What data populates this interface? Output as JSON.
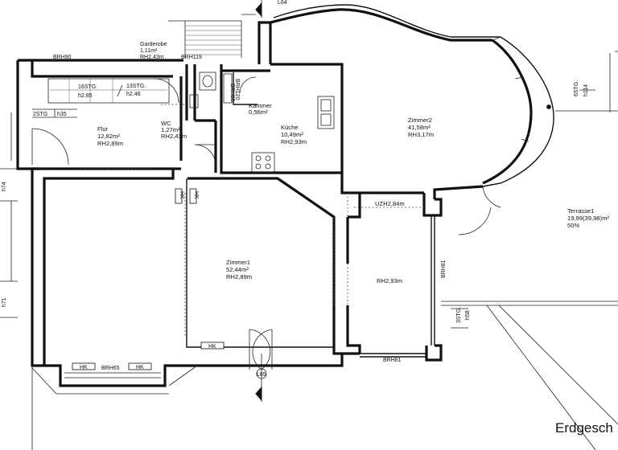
{
  "labels": {
    "l64": "L64",
    "garderobe_name": "Garderobe",
    "garderobe_area": "1,11m²",
    "garderobe_rh": "RH2,43m",
    "brh90": "BRH90",
    "brh119": "BRH119",
    "stg16": "16STG.",
    "h285": "h2.85",
    "stg13": "13STG.",
    "h246": "h2.46",
    "stg2": "2STG",
    "h35": "h35",
    "brh80": "BRH80",
    "brh120": "BRH120",
    "kammer_name": "Kammer",
    "kammer_area": "0,56m²",
    "flur_name": "Flur",
    "flur_area": "12,82m²",
    "flur_rh": "RH2,89m",
    "wc_name": "WC",
    "wc_area": "1,27m²",
    "wc_rh": "RH2,43m",
    "kueche_name": "Küche",
    "kueche_area": "10,49m²",
    "kueche_rh": "RH2,93m",
    "zimmer2_name": "Zimmer2",
    "zimmer2_area": "41,58m²",
    "zimmer2_rh": "RH3,17m",
    "uzh": "UZH2,84m",
    "stg6": "6STG.",
    "h114": "h114",
    "terrasse_name": "Terrasse1",
    "terrasse_area": "19,99(39,98)m²",
    "terrasse_pct": "50%",
    "h74": "h74",
    "h71": "h71",
    "zimmer1_name": "Zimmer1",
    "zimmer1_area": "52,44m²",
    "zimmer1_rh": "RH2,89m",
    "rh293": "RH2,93m",
    "brh81_v": "BRH81",
    "stg3": "3STG.",
    "h58": "h58",
    "brh81_h": "BRH81",
    "brh65": "BRH65",
    "hk": "HK",
    "l65": "L65",
    "title": "Erdgesch"
  },
  "colors": {
    "wall": "#111111",
    "background": "#ffffff"
  }
}
